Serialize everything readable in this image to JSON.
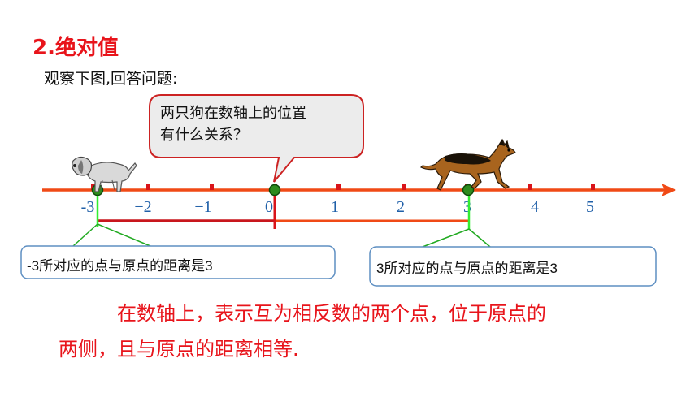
{
  "heading": "2.绝对值",
  "instruction": "观察下图,回答问题:",
  "speech_bubble": {
    "line1": "两只狗在数轴上的位置",
    "line2": "有什么关系？"
  },
  "number_line": {
    "tick_labels": [
      "-3",
      "−2",
      "−1",
      "0",
      "1",
      "2",
      "3",
      "4",
      "5"
    ],
    "left_point": -3,
    "right_point": 3,
    "colors": {
      "axis": "#f04a16",
      "point": "#2e8b1e",
      "segment_left": "#c8161d",
      "connector": "#22dd22"
    }
  },
  "callouts": {
    "left": "-3所对应的点与原点的距离是3",
    "right": "3所对应的点与原点的距离是3"
  },
  "conclusion": {
    "line1": "在数轴上，表示互为相反数的两个点，位于原点的",
    "line2": "两侧，且与原点的距离相等."
  },
  "icons": [
    "small-dog-icon",
    "german-shepherd-icon"
  ]
}
